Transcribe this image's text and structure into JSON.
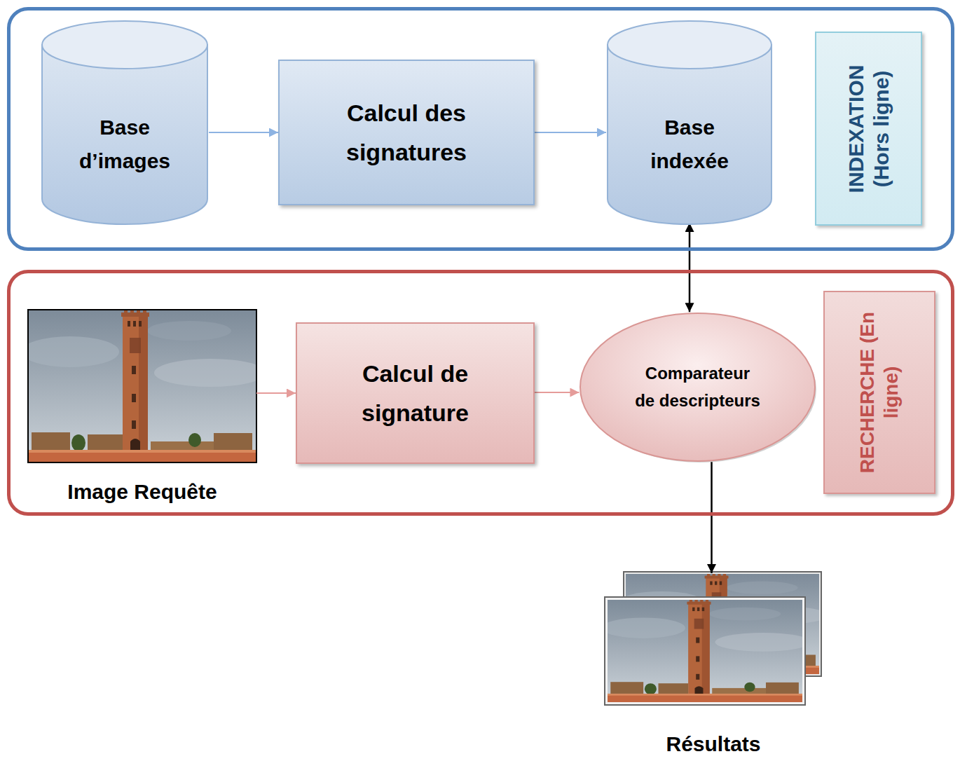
{
  "diagram": {
    "nodes": [
      {
        "text": [
          "INDEXATION (Hors ligne)"
        ]
      },
      {
        "text": [
          "Base d’images"
        ],
        "in": 0
      },
      {
        "text": [
          "Calcul des signatures"
        ],
        "in": 0
      },
      {
        "text": [
          "Base indexée"
        ],
        "in": 0
      },
      {
        "text": [
          "RECHERCHE (En ligne)"
        ]
      },
      {
        "text": [
          "Image Requête"
        ],
        "in": 4
      },
      {
        "text": [
          "Calcul de signature"
        ],
        "in": 4
      },
      {
        "text": [
          "Comparateur de descripteurs"
        ],
        "in": 4
      },
      {
        "text": [
          "Résultats"
        ]
      }
    ],
    "edges": [
      {
        "from": 1,
        "to": 2,
        "arrow": "to"
      },
      {
        "from": 2,
        "to": 3,
        "arrow": "to"
      },
      {
        "from": 3,
        "to": 7,
        "arrow": "both"
      },
      {
        "from": 5,
        "to": 6,
        "arrow": "to"
      },
      {
        "from": 6,
        "to": 7,
        "arrow": "to"
      },
      {
        "from": 7,
        "to": 8,
        "arrow": "to"
      }
    ]
  }
}
